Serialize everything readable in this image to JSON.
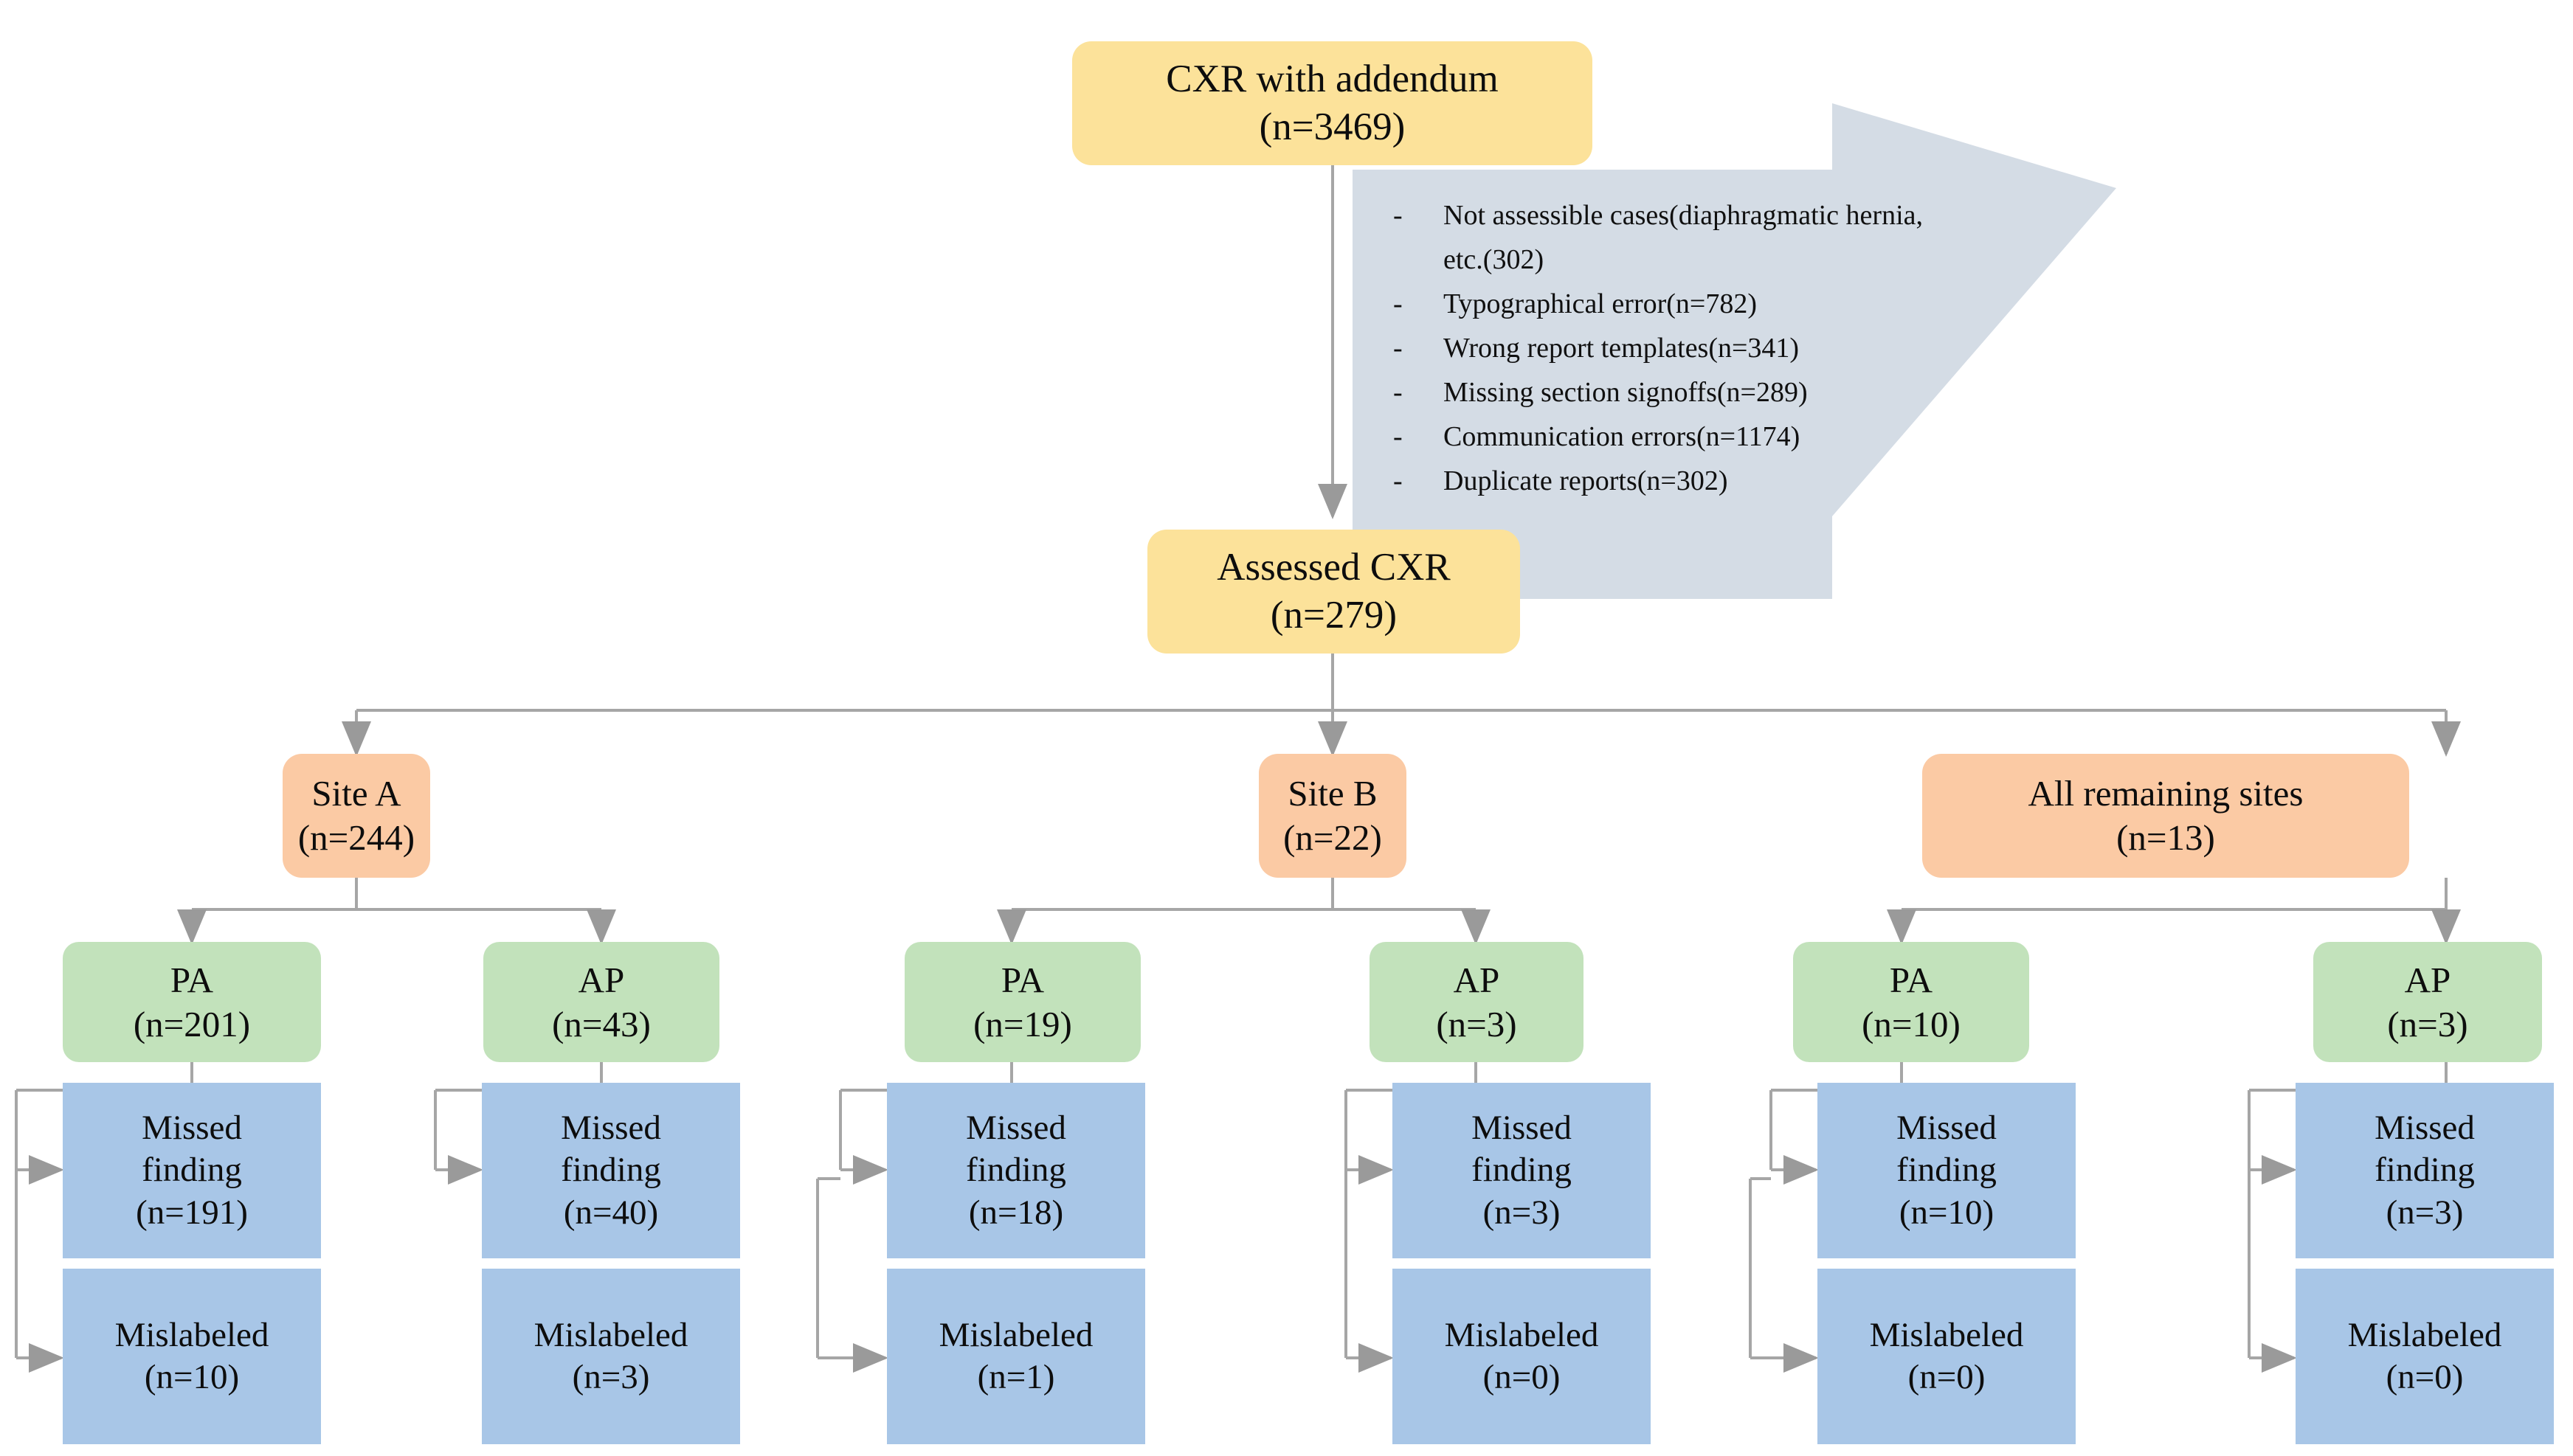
{
  "diagram": {
    "title": "CXR addendum study flow diagram",
    "colors": {
      "yellow": "#fce29a",
      "orange": "#fbcaa4",
      "green": "#c2e2bb",
      "blue": "#a8c6e7",
      "arrow_fill": "#d4dce5",
      "connector": "#a6a6a6",
      "text": "#0d0d0d"
    },
    "nodes": {
      "cxr_with_addendum": {
        "label": "CXR with addendum",
        "count": "(n=3469)"
      },
      "assessed_cxr": {
        "label": "Assessed CXR",
        "count": "(n=279)"
      },
      "site_a": {
        "label": "Site A",
        "count": "(n=244)"
      },
      "site_b": {
        "label": "Site B",
        "count": "(n=22)"
      },
      "all_remaining_sites": {
        "label": "All remaining sites",
        "count": "(n=13)"
      },
      "site_a_pa": {
        "label": "PA",
        "count": "(n=201)"
      },
      "site_a_ap": {
        "label": "AP",
        "count": "(n=43)"
      },
      "site_b_pa": {
        "label": "PA",
        "count": "(n=19)"
      },
      "site_b_ap": {
        "label": "AP",
        "count": "(n=3)"
      },
      "remaining_pa": {
        "label": "PA",
        "count": "(n=10)"
      },
      "remaining_ap": {
        "label": "AP",
        "count": "(n=3)"
      },
      "site_a_pa_missed": {
        "label": "Missed\nfinding",
        "count": "(n=191)"
      },
      "site_a_pa_mislabeled": {
        "label": "Mislabeled",
        "count": "(n=10)"
      },
      "site_a_ap_missed": {
        "label": "Missed\nfinding",
        "count": "(n=40)"
      },
      "site_a_ap_mislabeled": {
        "label": "Mislabeled",
        "count": "(n=3)"
      },
      "site_b_pa_missed": {
        "label": "Missed\nfinding",
        "count": "(n=18)"
      },
      "site_b_pa_mislabeled": {
        "label": "Mislabeled",
        "count": "(n=1)"
      },
      "site_b_ap_missed": {
        "label": "Missed\nfinding",
        "count": "(n=3)"
      },
      "site_b_ap_mislabeled": {
        "label": "Mislabeled",
        "count": "(n=0)"
      },
      "remaining_pa_missed": {
        "label": "Missed\nfinding",
        "count": "(n=10)"
      },
      "remaining_pa_mislabeled": {
        "label": "Mislabeled",
        "count": "(n=0)"
      },
      "remaining_ap_missed": {
        "label": "Missed\nfinding",
        "count": "(n=3)"
      },
      "remaining_ap_mislabeled": {
        "label": "Mislabeled",
        "count": "(n=0)"
      }
    },
    "exclusions": [
      "Not assessible  cases(diaphragmatic hernia,  etc.(302)",
      "Typographical  error(n=782)",
      "Wrong report templates(n=341)",
      "Missing  section  signoffs(n=289)",
      "Communication  errors(n=1174)",
      "Duplicate  reports(n=302)"
    ]
  },
  "chart_data": {
    "type": "flowchart",
    "title": "CXR with addendum screening and categorization flow",
    "levels": [
      {
        "level": 0,
        "nodes": [
          {
            "id": "cxr_with_addendum",
            "label": "CXR with addendum",
            "n": 3469
          }
        ]
      },
      {
        "level": 1,
        "nodes": [
          {
            "id": "assessed_cxr",
            "label": "Assessed CXR",
            "n": 279
          }
        ]
      },
      {
        "level": 2,
        "nodes": [
          {
            "id": "site_a",
            "label": "Site A",
            "n": 244
          },
          {
            "id": "site_b",
            "label": "Site B",
            "n": 22
          },
          {
            "id": "all_remaining_sites",
            "label": "All remaining sites",
            "n": 13
          }
        ]
      },
      {
        "level": 3,
        "nodes": [
          {
            "id": "site_a_pa",
            "label": "PA",
            "n": 201,
            "parent": "site_a"
          },
          {
            "id": "site_a_ap",
            "label": "AP",
            "n": 43,
            "parent": "site_a"
          },
          {
            "id": "site_b_pa",
            "label": "PA",
            "n": 19,
            "parent": "site_b"
          },
          {
            "id": "site_b_ap",
            "label": "AP",
            "n": 3,
            "parent": "site_b"
          },
          {
            "id": "remaining_pa",
            "label": "PA",
            "n": 10,
            "parent": "all_remaining_sites"
          },
          {
            "id": "remaining_ap",
            "label": "AP",
            "n": 3,
            "parent": "all_remaining_sites"
          }
        ]
      },
      {
        "level": 4,
        "nodes": [
          {
            "id": "site_a_pa_missed",
            "label": "Missed finding",
            "n": 191,
            "parent": "site_a_pa"
          },
          {
            "id": "site_a_pa_mislabeled",
            "label": "Mislabeled",
            "n": 10,
            "parent": "site_a_pa"
          },
          {
            "id": "site_a_ap_missed",
            "label": "Missed finding",
            "n": 40,
            "parent": "site_a_ap"
          },
          {
            "id": "site_a_ap_mislabeled",
            "label": "Mislabeled",
            "n": 3,
            "parent": "site_a_ap"
          },
          {
            "id": "site_b_pa_missed",
            "label": "Missed finding",
            "n": 18,
            "parent": "site_b_pa"
          },
          {
            "id": "site_b_pa_mislabeled",
            "label": "Mislabeled",
            "n": 1,
            "parent": "site_b_pa"
          },
          {
            "id": "site_b_ap_missed",
            "label": "Missed finding",
            "n": 3,
            "parent": "site_b_ap"
          },
          {
            "id": "site_b_ap_mislabeled",
            "label": "Mislabeled",
            "n": 0,
            "parent": "site_b_ap"
          },
          {
            "id": "remaining_pa_missed",
            "label": "Missed finding",
            "n": 10,
            "parent": "remaining_pa"
          },
          {
            "id": "remaining_pa_mislabeled",
            "label": "Mislabeled",
            "n": 0,
            "parent": "remaining_pa"
          },
          {
            "id": "remaining_ap_missed",
            "label": "Missed finding",
            "n": 3,
            "parent": "remaining_ap"
          },
          {
            "id": "remaining_ap_mislabeled",
            "label": "Mislabeled",
            "n": 0,
            "parent": "remaining_ap"
          }
        ]
      }
    ],
    "exclusions": [
      {
        "reason": "Not assessible cases (diaphragmatic hernia, etc.)",
        "n": 302
      },
      {
        "reason": "Typographical error",
        "n": 782
      },
      {
        "reason": "Wrong report templates",
        "n": 341
      },
      {
        "reason": "Missing section signoffs",
        "n": 289
      },
      {
        "reason": "Communication errors",
        "n": 1174
      },
      {
        "reason": "Duplicate reports",
        "n": 302
      }
    ]
  }
}
